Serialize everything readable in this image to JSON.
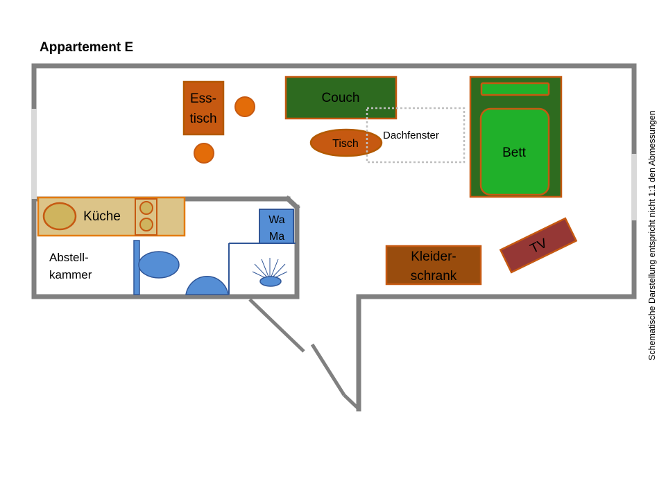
{
  "title": "Appartement E",
  "note": "Schematische Darstellung entspricht nicht 1:1  den Abmessungen",
  "rooms": {
    "storage_line1": "Abstell-",
    "storage_line2": "kammer"
  },
  "furniture": {
    "dining_line1": "Ess-",
    "dining_line2": "tisch",
    "couch": "Couch",
    "table": "Tisch",
    "skylight": "Dachfenster",
    "bed": "Bett",
    "kitchen": "Küche",
    "washer_line1": "Wa",
    "washer_line2": "Ma",
    "wardrobe_line1": "Kleider-",
    "wardrobe_line2": "schrank",
    "tv": "TV"
  },
  "colors": {
    "wall": "#808080",
    "window": "#d9d9d9",
    "orange_fill": "#e36c09",
    "brown_fill": "#c65911",
    "brown_stroke": "#b35a00",
    "couch_fill": "#2d6a1f",
    "bed_frame": "#2e6b1f",
    "bed_fill": "#20b02a",
    "kitchen_fill": "#dcc488",
    "kitchen_stroke": "#e37b10",
    "kitchen_sink": "#cfb45e",
    "blue_fill": "#558ed5",
    "blue_stroke": "#2f5597",
    "wardrobe_fill": "#994c0d",
    "tv_fill": "#953735"
  }
}
